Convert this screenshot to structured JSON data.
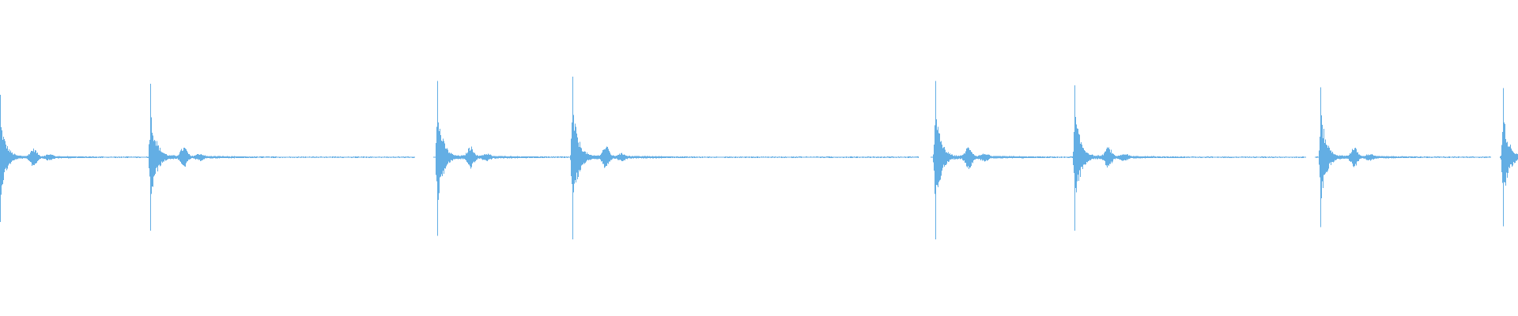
{
  "waveform": {
    "color": "#63aee4",
    "transients": [
      {
        "time": 0.0,
        "peak_up": 0.72,
        "peak_down": 0.75,
        "decay": 0.6
      },
      {
        "time": 0.099,
        "peak_up": 0.85,
        "peak_down": 0.85,
        "decay": 0.62
      },
      {
        "time": 0.288,
        "peak_up": 0.88,
        "peak_down": 0.91,
        "decay": 0.6
      },
      {
        "time": 0.377,
        "peak_up": 0.93,
        "peak_down": 0.95,
        "decay": 0.62
      },
      {
        "time": 0.616,
        "peak_up": 0.88,
        "peak_down": 0.95,
        "decay": 0.6
      },
      {
        "time": 0.708,
        "peak_up": 0.83,
        "peak_down": 0.85,
        "decay": 0.62
      },
      {
        "time": 0.87,
        "peak_up": 0.81,
        "peak_down": 0.81,
        "decay": 0.6
      },
      {
        "time": 0.99,
        "peak_up": 0.8,
        "peak_down": 0.8,
        "decay": 0.6
      }
    ],
    "silence_gaps": [
      {
        "start": 0.273,
        "end": 0.285
      },
      {
        "start": 0.605,
        "end": 0.613
      },
      {
        "start": 0.86,
        "end": 0.866
      },
      {
        "start": 0.982,
        "end": 0.988
      }
    ]
  }
}
